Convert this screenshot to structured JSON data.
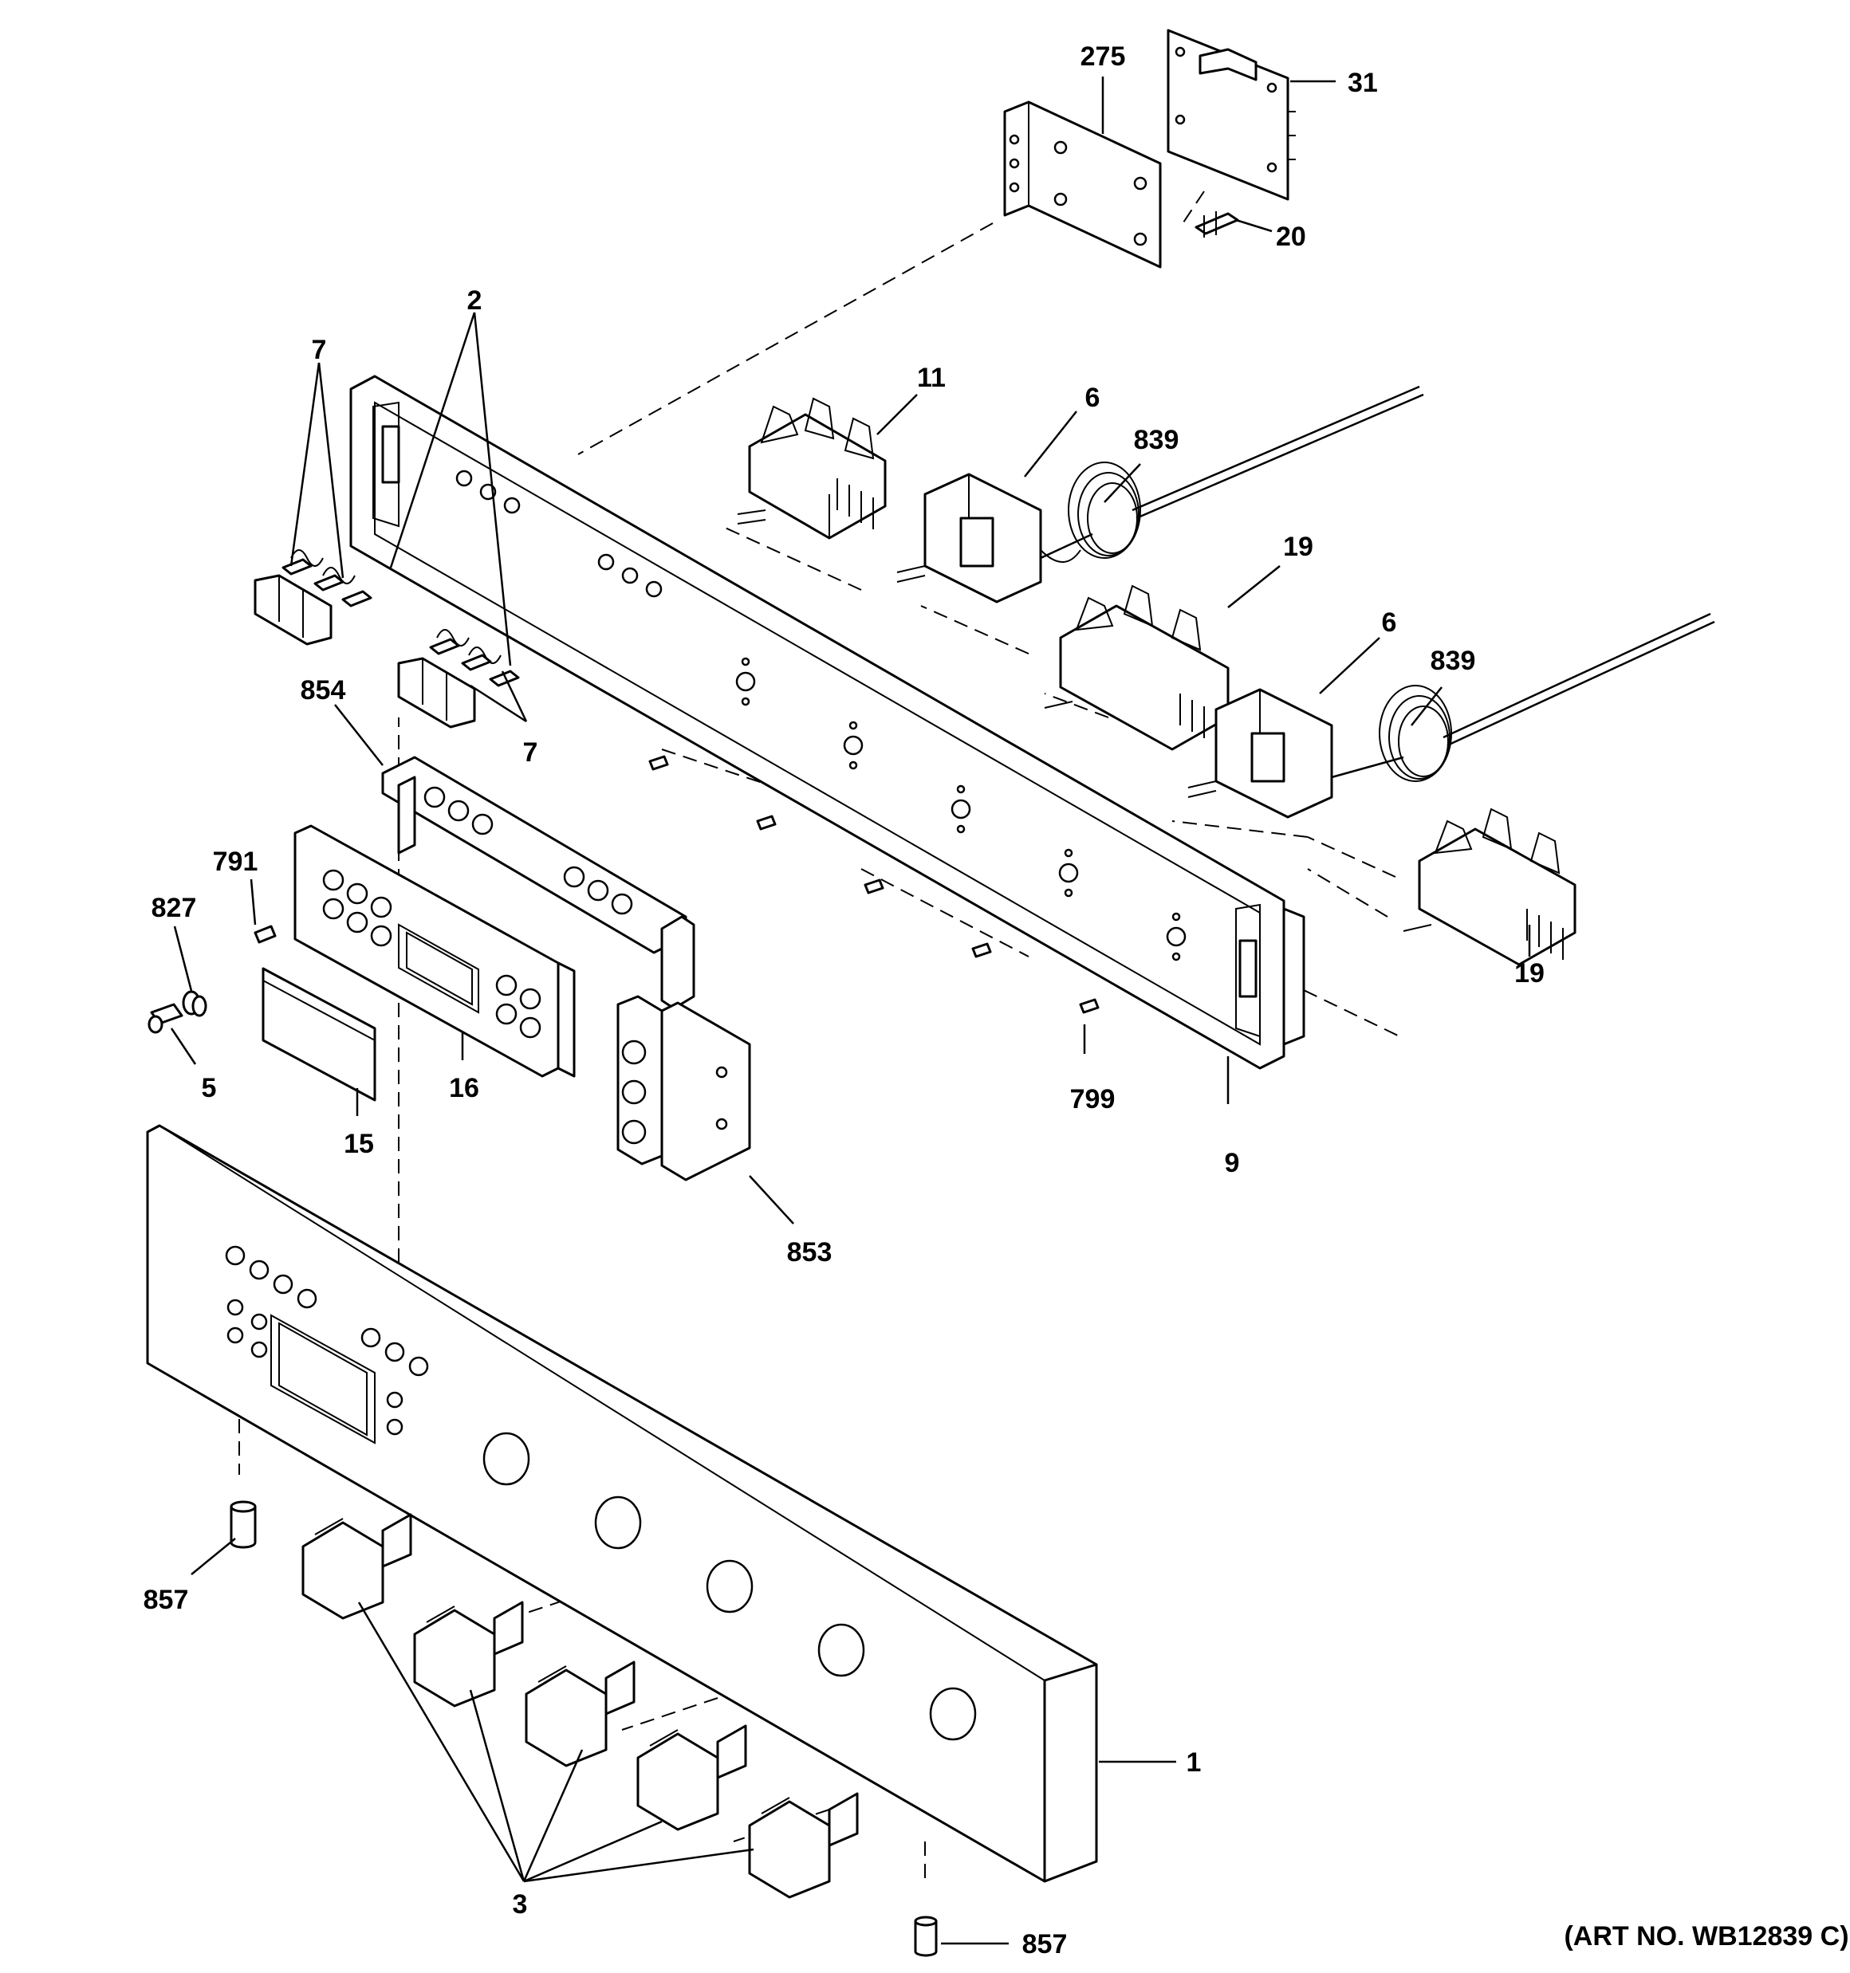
{
  "labels": {
    "p275": "275",
    "p31": "31",
    "p20": "20",
    "p2": "2",
    "p7a": "7",
    "p7b": "7",
    "p11": "11",
    "p6a": "6",
    "p6b": "6",
    "p839a": "839",
    "p839b": "839",
    "p19a": "19",
    "p19b": "19",
    "p854": "854",
    "p791": "791",
    "p827": "827",
    "p5": "5",
    "p16": "16",
    "p15": "15",
    "p853": "853",
    "p799": "799",
    "p9": "9",
    "p857a": "857",
    "p857b": "857",
    "p1": "1",
    "p3": "3"
  },
  "art_number": "(ART NO. WB12839 C)"
}
